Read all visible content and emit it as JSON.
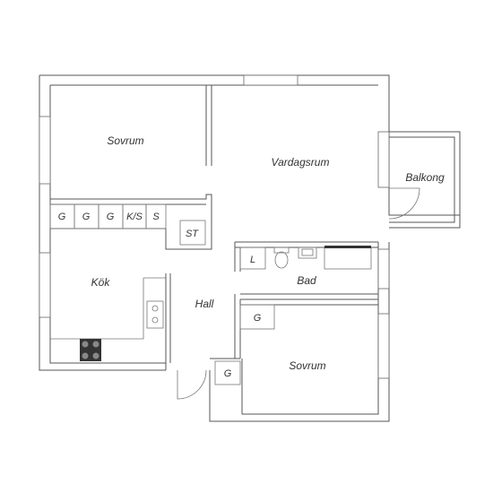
{
  "rooms": {
    "bedroom_1": "Sovrum",
    "living_room": "Vardagsrum",
    "balcony": "Balkong",
    "kitchen": "Kök",
    "hall": "Hall",
    "bathroom": "Bad",
    "bedroom_2": "Sovrum"
  },
  "fixtures": {
    "wardrobe_1": "G",
    "wardrobe_2": "G",
    "wardrobe_3": "G",
    "fridge_freezer": "K/S",
    "storage": "S",
    "storage_hall": "ST",
    "laundry": "L",
    "wardrobe_bedroom2": "G",
    "wardrobe_entry": "G"
  }
}
